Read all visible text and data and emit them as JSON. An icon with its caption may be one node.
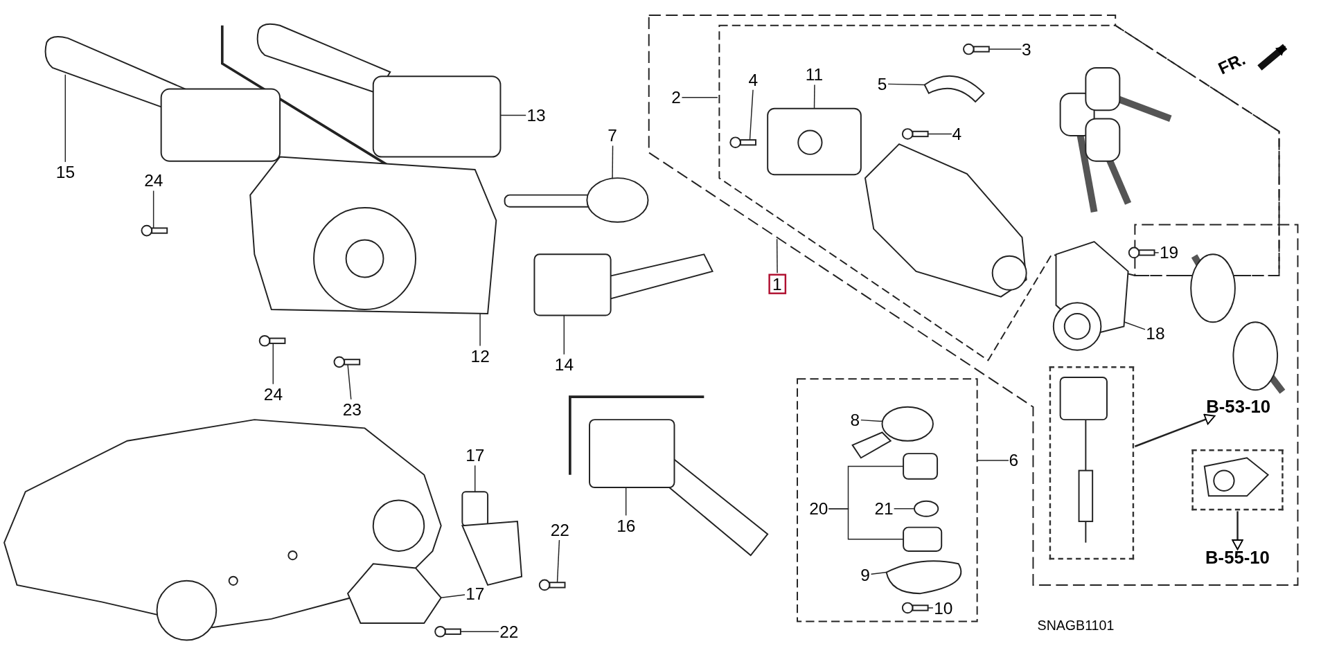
{
  "diagram": {
    "nodes": [
      {
        "text": [
          "15"
        ]
      },
      {
        "text": [
          "13"
        ]
      },
      {
        "text": [
          "7"
        ]
      },
      {
        "text": [
          "24"
        ]
      },
      {
        "text": [
          "12"
        ]
      },
      {
        "text": [
          "14"
        ]
      },
      {
        "text": [
          "24"
        ]
      },
      {
        "text": [
          "23"
        ]
      },
      {
        "text": [
          "17"
        ]
      },
      {
        "text": [
          "16"
        ]
      },
      {
        "text": [
          "22"
        ]
      },
      {
        "text": [
          "17"
        ]
      },
      {
        "text": [
          "22"
        ]
      },
      {
        "text": [
          "2"
        ]
      },
      {
        "text": [
          "4"
        ]
      },
      {
        "text": [
          "11"
        ]
      },
      {
        "text": [
          "5"
        ]
      },
      {
        "text": [
          "3"
        ]
      },
      {
        "text": [
          "4"
        ]
      },
      {
        "text": [
          "1"
        ]
      },
      {
        "text": [
          "19"
        ]
      },
      {
        "text": [
          "18"
        ]
      },
      {
        "text": [
          "8"
        ]
      },
      {
        "text": [
          "6"
        ]
      },
      {
        "text": [
          "20"
        ]
      },
      {
        "text": [
          "21"
        ]
      },
      {
        "text": [
          "9"
        ]
      },
      {
        "text": [
          "10"
        ]
      },
      {
        "text": [],
        "shape": "box"
      },
      {
        "text": [
          "B-53-10"
        ]
      },
      {
        "text": [],
        "shape": "box"
      },
      {
        "text": [
          "B-55-10"
        ]
      },
      {
        "text": [],
        "shape": "picture"
      },
      {
        "text": [],
        "shape": "picture"
      },
      {
        "text": [],
        "shape": "picture"
      },
      {
        "text": [],
        "shape": "picture"
      },
      {
        "text": [],
        "shape": "picture"
      },
      {
        "text": [],
        "shape": "picture"
      },
      {
        "text": [],
        "shape": "picture"
      },
      {
        "text": [],
        "shape": "picture"
      },
      {
        "text": [],
        "shape": "picture"
      },
      {
        "text": [],
        "shape": "picture"
      },
      {
        "text": [],
        "shape": "picture"
      },
      {
        "text": [],
        "shape": "picture"
      },
      {
        "text": [],
        "shape": "picture"
      },
      {
        "text": [],
        "shape": "picture"
      },
      {
        "text": [],
        "shape": "picture"
      },
      {
        "text": [],
        "shape": "picture"
      },
      {
        "text": [],
        "shape": "picture"
      },
      {
        "text": [],
        "shape": "picture"
      },
      {
        "text": [],
        "shape": "picture"
      },
      {
        "text": [],
        "shape": "picture"
      },
      {
        "text": [],
        "shape": "picture"
      },
      {
        "text": [],
        "shape": "box"
      },
      {
        "text": [],
        "shape": "circle"
      },
      {
        "text": [],
        "shape": "box"
      },
      {
        "text": [],
        "shape": "picture"
      },
      {
        "text": [],
        "shape": "picture"
      }
    ],
    "edges": [
      {
        "from": 0,
        "to": 32,
        "arrow": "none"
      },
      {
        "from": 1,
        "to": 33,
        "arrow": "none"
      },
      {
        "from": 2,
        "to": 34,
        "arrow": "none"
      },
      {
        "from": 3,
        "to": 35,
        "arrow": "none"
      },
      {
        "from": 4,
        "to": 36,
        "arrow": "none"
      },
      {
        "from": 5,
        "to": 37,
        "arrow": "none"
      },
      {
        "from": 6,
        "to": 38,
        "arrow": "none"
      },
      {
        "from": 7,
        "to": 39,
        "arrow": "none"
      },
      {
        "from": 8,
        "to": 40,
        "arrow": "none"
      },
      {
        "from": 9,
        "to": 41,
        "arrow": "none"
      },
      {
        "from": 10,
        "to": 42,
        "arrow": "none"
      },
      {
        "from": 11,
        "to": 43,
        "arrow": "none"
      },
      {
        "from": 12,
        "to": 44,
        "arrow": "none"
      },
      {
        "from": 13,
        "to": null,
        "arrow": "none"
      },
      {
        "from": 14,
        "to": 45,
        "arrow": "none"
      },
      {
        "from": 15,
        "to": 46,
        "arrow": "none"
      },
      {
        "from": 16,
        "to": 47,
        "arrow": "none"
      },
      {
        "from": 17,
        "to": 48,
        "arrow": "none"
      },
      {
        "from": 18,
        "to": 49,
        "arrow": "none"
      },
      {
        "from": 19,
        "to": null,
        "arrow": "none"
      },
      {
        "from": 20,
        "to": 50,
        "arrow": "none"
      },
      {
        "from": 21,
        "to": 51,
        "arrow": "none"
      },
      {
        "from": 22,
        "to": 52,
        "arrow": "none"
      },
      {
        "from": 23,
        "to": null,
        "arrow": "none"
      },
      {
        "from": 24,
        "to": 53,
        "arrow": "none"
      },
      {
        "from": 24,
        "to": 55,
        "arrow": "none"
      },
      {
        "from": 25,
        "to": 54,
        "arrow": "none"
      },
      {
        "from": 26,
        "to": 56,
        "arrow": "none"
      },
      {
        "from": 27,
        "to": 57,
        "arrow": "none"
      },
      {
        "from": 28,
        "to": 29,
        "arrow": "to"
      },
      {
        "from": 30,
        "to": 31,
        "arrow": "to"
      }
    ],
    "labels": [
      "FR.",
      "SNAGB1101"
    ]
  }
}
